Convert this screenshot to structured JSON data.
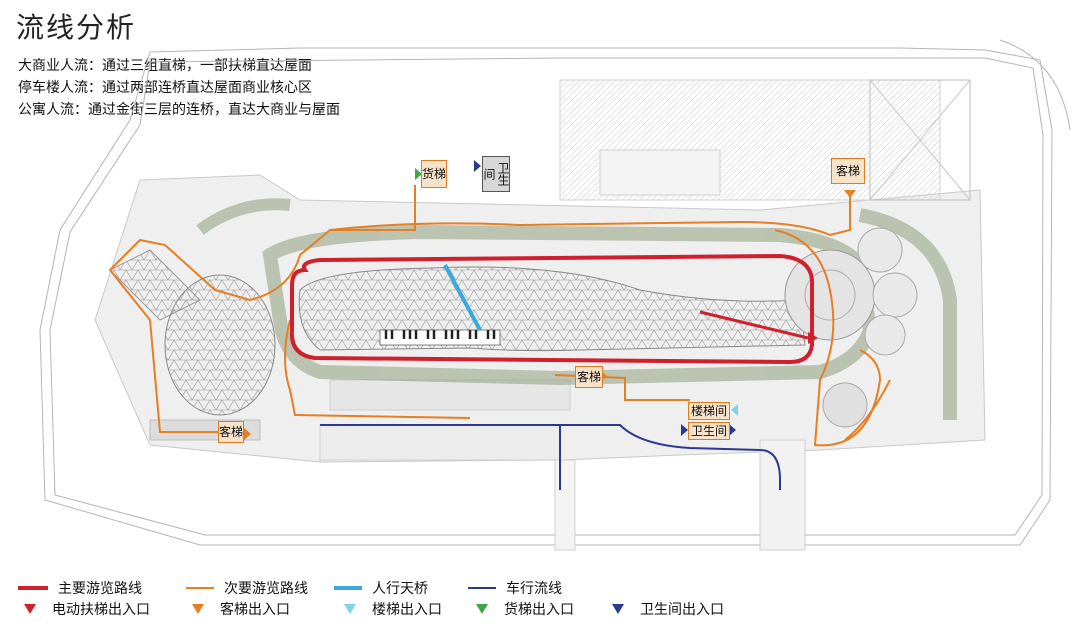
{
  "title": "流线分析",
  "notes": [
    "大商业人流：通过三组直梯，一部扶梯直达屋面",
    "停车楼人流：通过两部连桥直达屋面商业核心区",
    "公寓人流：通过金街三层的连桥，直达大商业与屋面"
  ],
  "tags": {
    "freight_elevator": "货梯",
    "restroom_top": "卫生间",
    "guest_elevator_ne": "客梯",
    "guest_elevator_mid": "客梯",
    "guest_elevator_sw": "客梯",
    "stair_room": "楼梯间",
    "restroom_bottom": "卫生间"
  },
  "legend": {
    "main_route": "主要游览路线",
    "secondary_route": "次要游览路线",
    "skybridge": "人行天桥",
    "vehicle_route": "车行流线",
    "escalator_entry": "电动扶梯出入口",
    "guest_elevator_entry": "客梯出入口",
    "stair_entry": "楼梯出入口",
    "freight_entry": "货梯出入口",
    "restroom_entry": "卫生间出入口"
  },
  "colors": {
    "main_route": "#d0202e",
    "secondary_route": "#e67e22",
    "skybridge": "#3aa9dc",
    "vehicle_route": "#2b3a8f",
    "escalator_marker": "#d0202e",
    "guest_marker": "#e67e22",
    "stair_marker": "#7fd3e6",
    "freight_marker": "#3aa84a",
    "restroom_marker": "#2b3a8f"
  }
}
